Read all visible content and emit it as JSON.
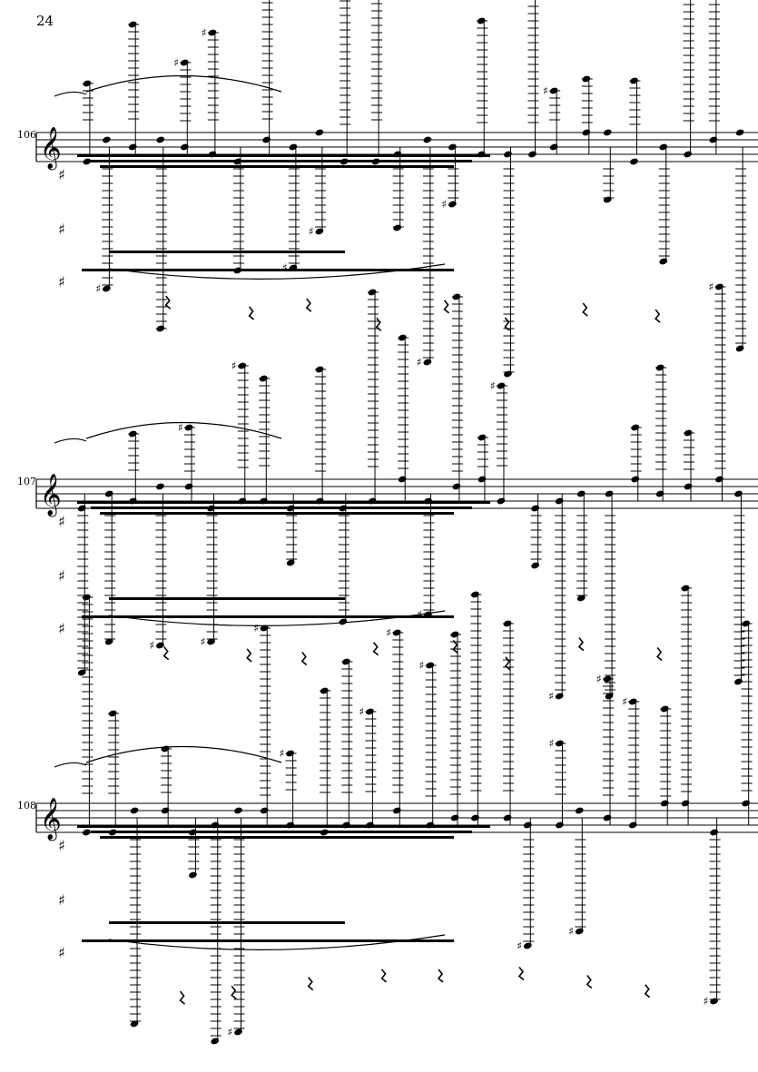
{
  "page": {
    "number": "24"
  },
  "systems": [
    {
      "measure_number": "106",
      "staff_clef": "treble"
    },
    {
      "measure_number": "107",
      "staff_clef": "treble"
    },
    {
      "measure_number": "108",
      "staff_clef": "treble"
    }
  ],
  "colors": {
    "ink": "#000000",
    "paper": "#ffffff"
  }
}
